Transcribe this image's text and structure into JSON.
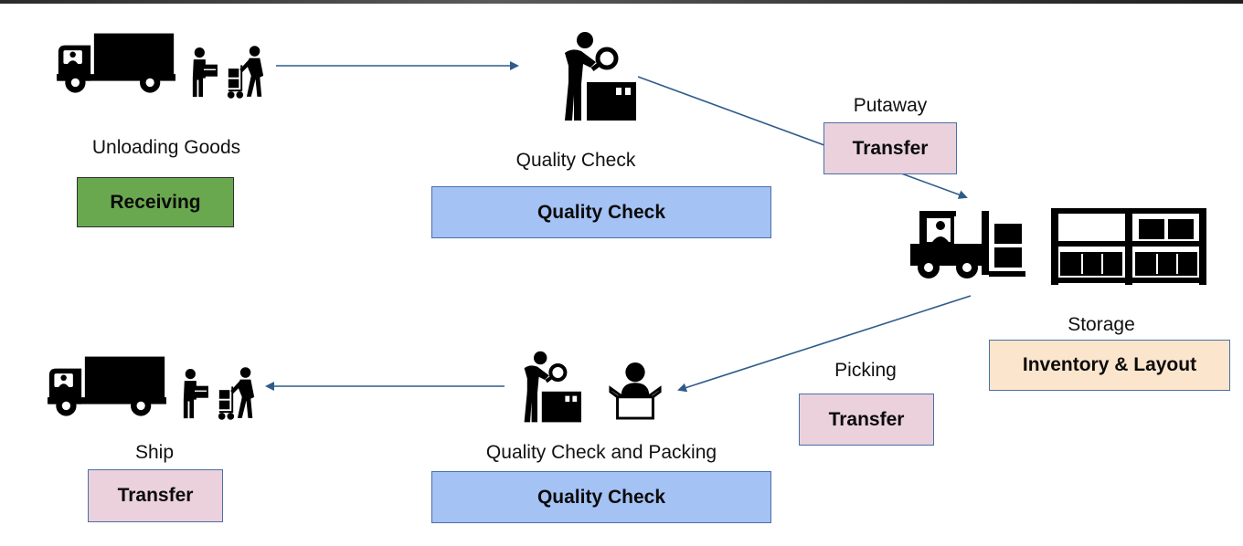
{
  "steps": {
    "unloading": {
      "caption": "Unloading Goods",
      "tag": "Receiving"
    },
    "quality_check": {
      "caption": "Quality Check",
      "tag": "Quality Check"
    },
    "putaway": {
      "caption": "Putaway",
      "tag": "Transfer"
    },
    "storage": {
      "caption": "Storage",
      "tag": "Inventory & Layout"
    },
    "picking": {
      "caption": "Picking",
      "tag": "Transfer"
    },
    "qc_packing": {
      "caption": "Quality Check and Packing",
      "tag": "Quality Check"
    },
    "ship": {
      "caption": "Ship",
      "tag": "Transfer"
    }
  },
  "colors": {
    "receiving": "#6aa84f",
    "quality_check": "#a4c2f4",
    "transfer": "#ead1dc",
    "inventory": "#fce5cd",
    "arrow": "#2e5c8a",
    "icon": "#000000"
  },
  "icons": [
    "truck-icon",
    "worker-with-box-icon",
    "worker-with-handtruck-icon",
    "inspector-icon",
    "forklift-icon",
    "warehouse-shelves-icon",
    "packer-icon"
  ]
}
